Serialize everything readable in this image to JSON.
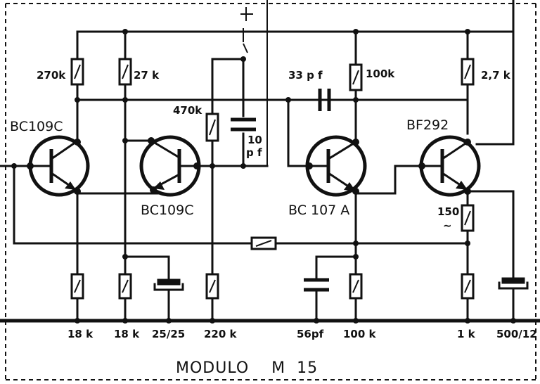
{
  "transistors": {
    "q1": "BC109C",
    "q2": "BC109C",
    "q3": "BC 107 A",
    "q4": "BF292"
  },
  "top_resistors": {
    "r1": "270k",
    "r2": "27 k",
    "r3": "470k",
    "r4": "100k",
    "r5": "2,7 k",
    "r6": "150"
  },
  "top_caps": {
    "c1_line1": "10",
    "c1_line2": "p f",
    "c2": "33 p f"
  },
  "bottom_labels": [
    "18 k",
    "18 k",
    "25/25",
    "220 k",
    "56pf",
    "100 k",
    "1 k",
    "500/12"
  ],
  "module_title": "MODULO    M  15"
}
